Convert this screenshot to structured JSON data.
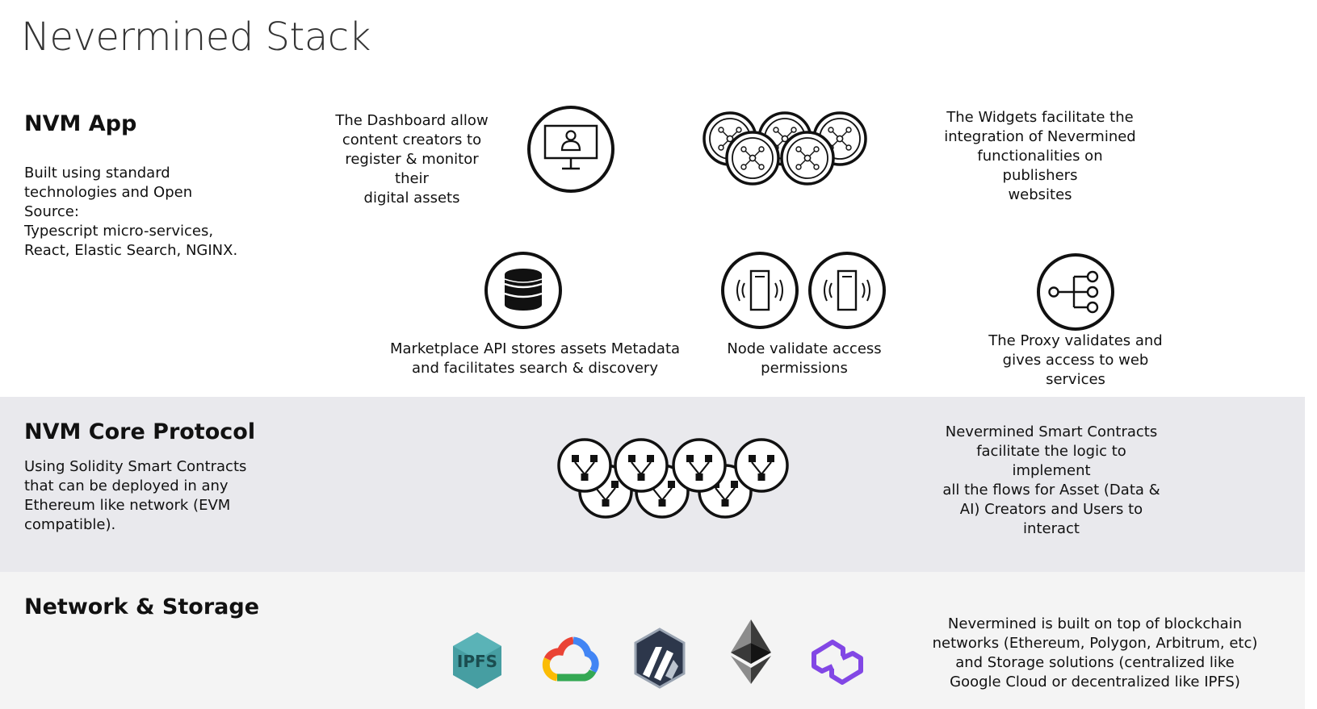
{
  "title": "Nevermined Stack",
  "app": {
    "title": "NVM App",
    "description": "Built using standard\ntechnologies and Open Source:\nTypescript micro-services,\nReact, Elastic Search, NGINX.",
    "dashboard_caption": "The Dashboard allow\ncontent creators to\nregister & monitor their\ndigital assets",
    "widgets_caption": "The Widgets facilitate the\nintegration of Nevermined\nfunctionalities on publishers\nwebsites",
    "marketplace_caption": "Marketplace API stores assets Metadata\nand facilitates search & discovery",
    "node_caption": "Node validate access\npermissions",
    "proxy_caption": "The Proxy validates and\ngives access to web\nservices"
  },
  "core": {
    "title": "NVM Core Protocol",
    "description": "Using Solidity Smart Contracts\nthat can be deployed in any\nEthereum like network (EVM\ncompatible).",
    "caption": "Nevermined Smart Contracts\nfacilitate the logic to implement\nall the flows for Asset (Data &\nAI) Creators and Users to\ninteract"
  },
  "network": {
    "title": "Network & Storage",
    "caption": "Nevermined is built on top of blockchain\nnetworks (Ethereum, Polygon, Arbitrum, etc)\nand Storage solutions (centralized like\nGoogle Cloud or decentralized like IPFS)",
    "ipfs_logo_text": "IPFS"
  },
  "colors": {
    "core_band": "#e9e9ed",
    "network_band": "#f4f4f4",
    "ipfs_teal": "#469ea2",
    "google_blue": "#4285f4",
    "google_red": "#ea4335",
    "google_yellow": "#fbbc05",
    "google_green": "#34a853",
    "polygon_purple": "#8247e5"
  },
  "icons": [
    "dashboard-monitor-icon",
    "widgets-network-icon",
    "database-icon",
    "server-node-icon",
    "proxy-tree-icon",
    "smart-contract-icon",
    "ipfs-logo",
    "google-cloud-logo",
    "arbitrum-logo",
    "ethereum-logo",
    "polygon-logo"
  ]
}
